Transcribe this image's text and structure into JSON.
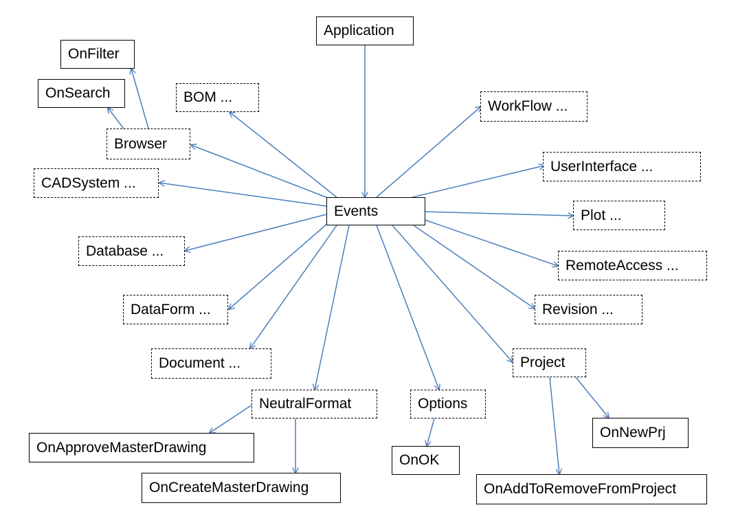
{
  "diagram": {
    "nodes": {
      "application": "Application",
      "events": "Events",
      "on_filter": "OnFilter",
      "on_search": "OnSearch",
      "browser": "Browser",
      "bom": "BOM ...",
      "workflow": "WorkFlow ...",
      "user_interface": "UserInterface ...",
      "cad_system": "CADSystem ...",
      "plot": "Plot ...",
      "database": "Database ...",
      "remote_access": "RemoteAccess ...",
      "data_form": "DataForm ...",
      "revision": "Revision ...",
      "document": "Document ...",
      "project": "Project",
      "neutral_format": "NeutralFormat",
      "options": "Options",
      "on_new_prj": "OnNewPrj",
      "on_approve_master_drawing": "OnApproveMasterDrawing",
      "on_ok": "OnOK",
      "on_create_master_drawing": "OnCreateMasterDrawing",
      "on_add_to_remove_from_project": "OnAddToRemoveFromProject"
    },
    "edges": [
      {
        "from": "application",
        "to": "events"
      },
      {
        "from": "events",
        "to": "bom"
      },
      {
        "from": "events",
        "to": "browser"
      },
      {
        "from": "events",
        "to": "cad_system"
      },
      {
        "from": "events",
        "to": "database"
      },
      {
        "from": "events",
        "to": "data_form"
      },
      {
        "from": "events",
        "to": "document"
      },
      {
        "from": "events",
        "to": "neutral_format"
      },
      {
        "from": "events",
        "to": "options"
      },
      {
        "from": "events",
        "to": "project"
      },
      {
        "from": "events",
        "to": "revision"
      },
      {
        "from": "events",
        "to": "remote_access"
      },
      {
        "from": "events",
        "to": "plot"
      },
      {
        "from": "events",
        "to": "user_interface"
      },
      {
        "from": "events",
        "to": "workflow"
      },
      {
        "from": "browser",
        "to": "on_search"
      },
      {
        "from": "browser",
        "to": "on_filter"
      },
      {
        "from": "neutral_format",
        "to": "on_approve_master_drawing"
      },
      {
        "from": "neutral_format",
        "to": "on_create_master_drawing"
      },
      {
        "from": "options",
        "to": "on_ok"
      },
      {
        "from": "project",
        "to": "on_new_prj"
      },
      {
        "from": "project",
        "to": "on_add_to_remove_from_project"
      }
    ],
    "colors": {
      "edge": "#4a7ebb",
      "border": "#000000",
      "text": "#000000",
      "background": "#ffffff"
    }
  }
}
